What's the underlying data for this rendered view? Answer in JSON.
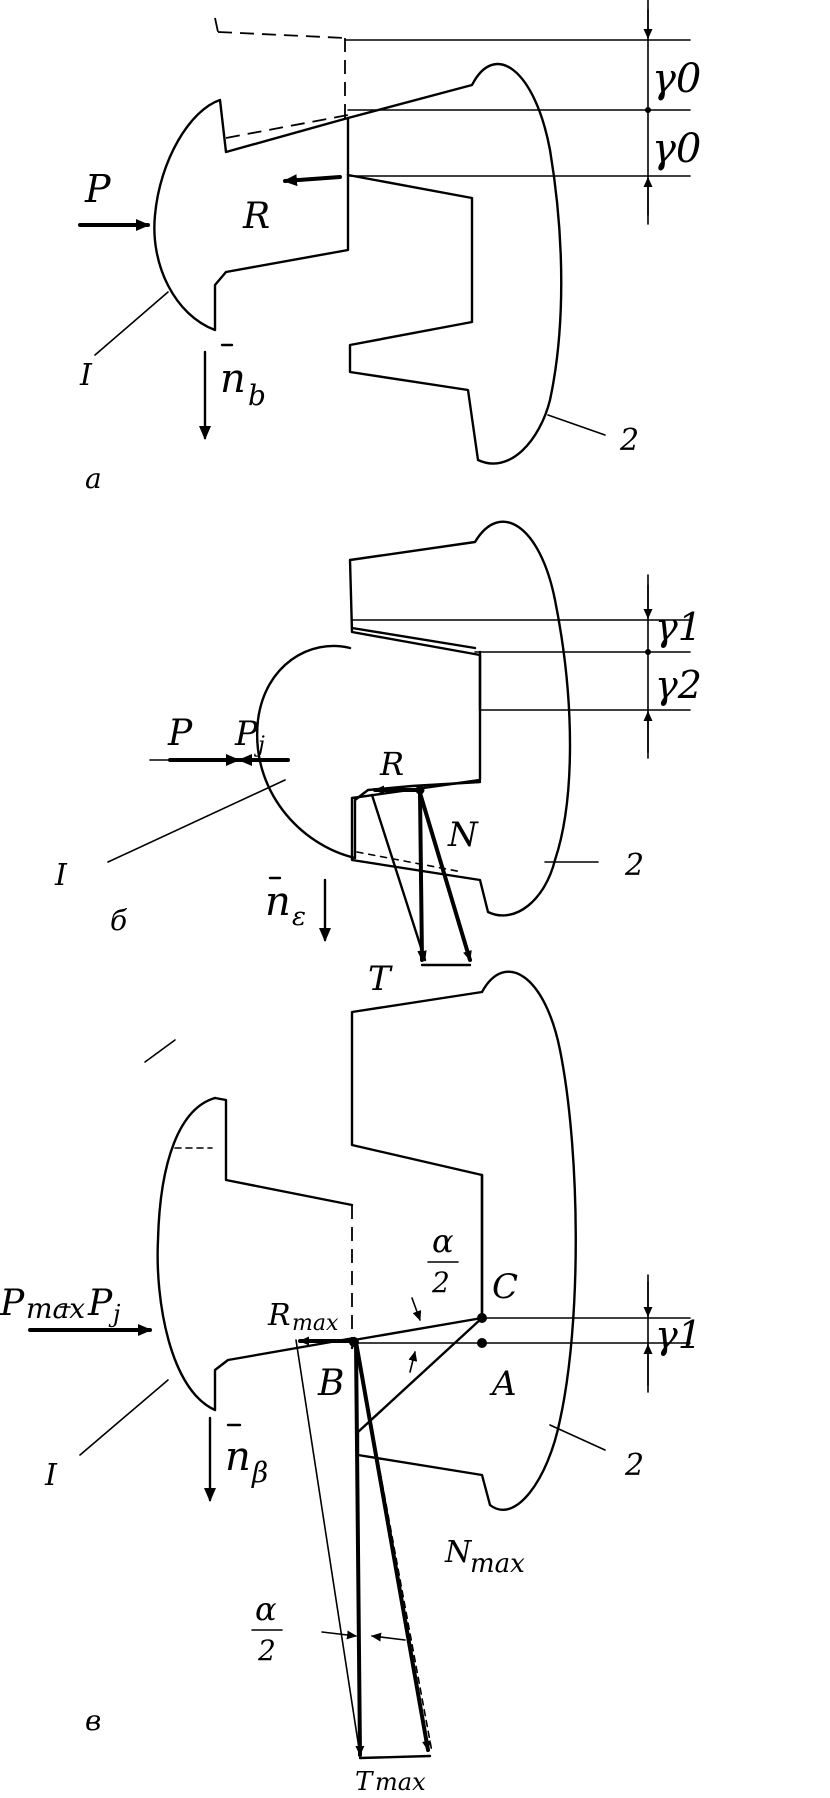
{
  "figure": {
    "panel_a": {
      "caption": "a",
      "force_P": "P",
      "force_R": "R",
      "normal": "n",
      "normal_sub": "b",
      "part_1": "I",
      "part_2": "2",
      "gap_top": "γ0",
      "gap_bottom": "γ0"
    },
    "panel_b": {
      "caption": "б",
      "force_P": "P",
      "force_Pj": "P",
      "force_Pj_sub": "j",
      "force_R": "R",
      "force_N": "N",
      "force_T": "T",
      "normal": "n",
      "normal_sub": "ε",
      "part_1": "I",
      "part_2": "2",
      "gap_1": "γ1",
      "gap_2": "γ2"
    },
    "panel_c": {
      "caption": "в",
      "force_Pmax": "P",
      "force_Pmax_sub": "max",
      "force_Pj": "P",
      "force_Pj_sub": "j",
      "force_Rmax": "R",
      "force_Rmax_sub": "max",
      "force_Nmax": "N",
      "force_Nmax_sub": "max",
      "force_Tmax": "T",
      "force_Tmax_sub": "max",
      "point_B": "B",
      "point_C": "C",
      "point_A": "A",
      "angle_top_num": "α",
      "angle_top_den": "2",
      "angle_bottom_num": "α",
      "angle_bottom_den": "2",
      "normal": "n",
      "normal_sub": "β",
      "part_1": "I",
      "part_2": "2",
      "gap_1": "γ1"
    }
  }
}
